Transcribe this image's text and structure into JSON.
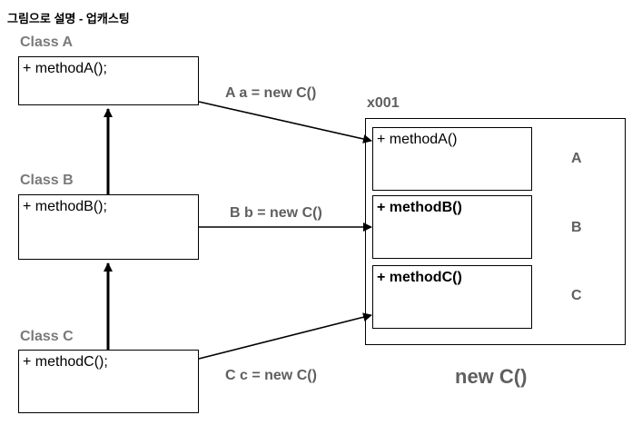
{
  "title": "그림으로 설명 - 업캐스팅",
  "classes": [
    {
      "label": "Class A",
      "method": "+ methodA();"
    },
    {
      "label": "Class B",
      "method": "+ methodB();"
    },
    {
      "label": "Class C",
      "method": "+ methodC();"
    }
  ],
  "arrows": {
    "a": "A a = new C()",
    "b": "B b = new C()",
    "c": "C c = new C()"
  },
  "instance": {
    "address": "x001",
    "sections": [
      {
        "method": "+ methodA()",
        "letter": "A"
      },
      {
        "method": "+ methodB()",
        "letter": "B"
      },
      {
        "method": "+ methodC()",
        "letter": "C"
      }
    ],
    "caption": "new C()"
  }
}
